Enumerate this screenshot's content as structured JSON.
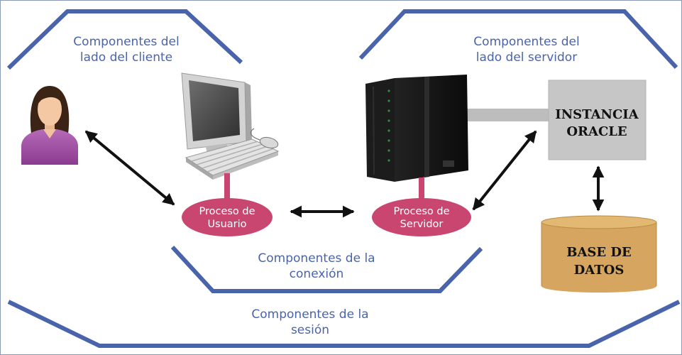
{
  "labels": {
    "client": [
      "Componentes del",
      "lado del cliente"
    ],
    "server": [
      "Componentes del",
      "lado del servidor"
    ],
    "connection": [
      "Componentes de la",
      "conexión"
    ],
    "session": [
      "Componentes de la",
      "sesión"
    ]
  },
  "nodes": {
    "user_process": [
      "Proceso de",
      "Usuario"
    ],
    "server_process": [
      "Proceso de",
      "Servidor"
    ],
    "instance": [
      "INSTANCIA",
      "ORACLE"
    ],
    "database": [
      "BASE DE",
      "DATOS"
    ]
  },
  "icons": {
    "user": "person-icon",
    "client_machine": "desktop-computer-icon",
    "server_machine": "server-tower-icon",
    "database": "database-cylinder-icon"
  },
  "colors": {
    "outline": "#4a64ac",
    "label": "#4a64ac",
    "process": "#c8466f",
    "instance": "#c6c6c6",
    "database": "#d6a660",
    "database_top": "#e3b873",
    "arrow": "#111111",
    "connector": "#bdbdbd"
  }
}
